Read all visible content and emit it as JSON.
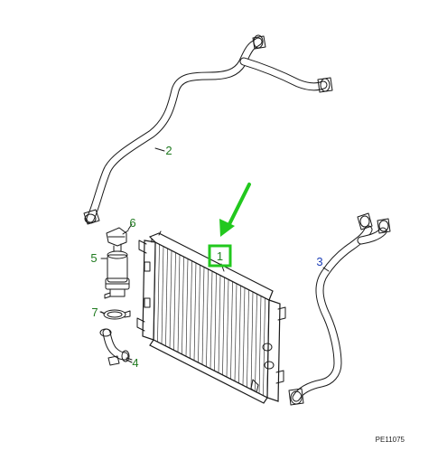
{
  "reference_code": "PE11075",
  "colors": {
    "highlight_green": "#22c81e",
    "label_green": "#1f7a1f",
    "label_blue": "#1d3fb8",
    "line": "#1a1a1a"
  },
  "callouts": [
    {
      "id": "1",
      "label": "1",
      "part": "radiator",
      "color": "#1f7a1f",
      "highlighted": true
    },
    {
      "id": "2",
      "label": "2",
      "part": "upper-hose",
      "color": "#1f7a1f",
      "highlighted": false
    },
    {
      "id": "3",
      "label": "3",
      "part": "lower-hose",
      "color": "#1d3fb8",
      "highlighted": false
    },
    {
      "id": "4",
      "label": "4",
      "part": "elbow-hose",
      "color": "#1f7a1f",
      "highlighted": false
    },
    {
      "id": "5",
      "label": "5",
      "part": "thermostat-housing",
      "color": "#1f7a1f",
      "highlighted": false
    },
    {
      "id": "6",
      "label": "6",
      "part": "mounting-bracket",
      "color": "#1f7a1f",
      "highlighted": false
    },
    {
      "id": "7",
      "label": "7",
      "part": "hose-clamp",
      "color": "#1f7a1f",
      "highlighted": false
    }
  ]
}
